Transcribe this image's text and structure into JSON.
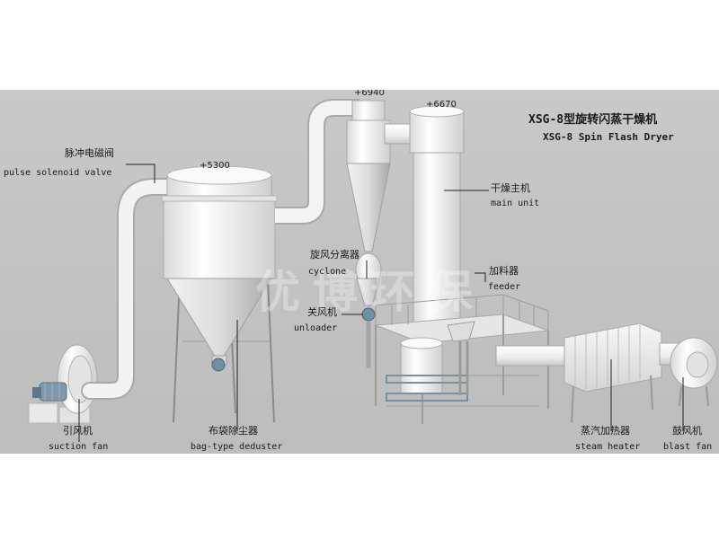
{
  "title": {
    "zh": "XSG-8型旋转闪蒸干燥机",
    "en": "XSG-8 Spin Flash Dryer"
  },
  "elevations": {
    "cyclone_top": "+6940",
    "main_unit_top": "+6670",
    "deduster_top": "+5300"
  },
  "components": {
    "pulse_valve": {
      "zh": "脉冲电磁阀",
      "en": "pulse solenoid valve"
    },
    "main_unit": {
      "zh": "干燥主机",
      "en": "main unit"
    },
    "cyclone": {
      "zh": "旋风分离器",
      "en": "cyclone"
    },
    "feeder": {
      "zh": "加料器",
      "en": "feeder"
    },
    "unloader": {
      "zh": "关风机",
      "en": "unloader"
    },
    "suction_fan": {
      "zh": "引风机",
      "en": "suction fan"
    },
    "deduster": {
      "zh": "布袋除尘器",
      "en": "bag-type deduster"
    },
    "steam_heater": {
      "zh": "蒸汽加热器",
      "en": "steam heater"
    },
    "blast_fan": {
      "zh": "鼓风机",
      "en": "blast fan"
    }
  },
  "watermark": "优博环保",
  "colors": {
    "background": "#c6c6c6",
    "equipment": "#f4f4f4",
    "shadow": "#b9b9b9",
    "leader_line": "#222222",
    "motor": "#6f8fa3"
  }
}
